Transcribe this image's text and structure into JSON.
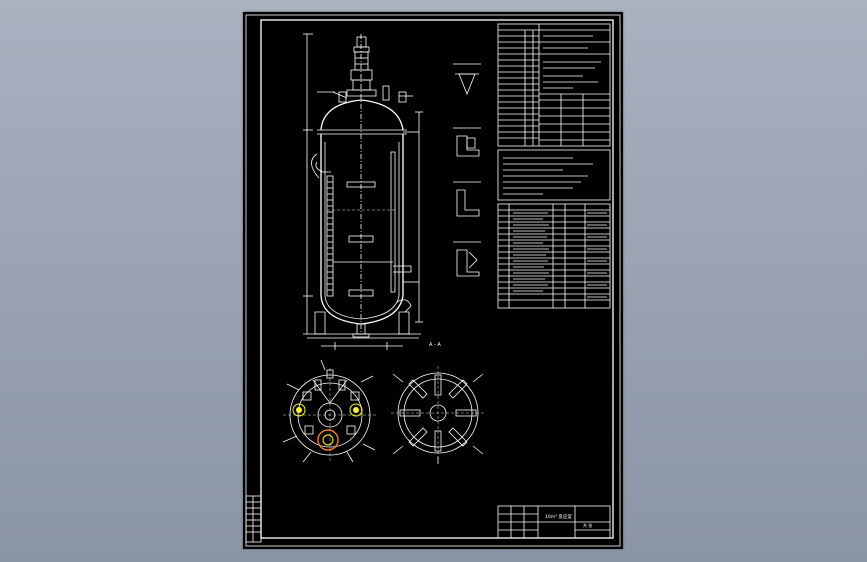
{
  "drawing": {
    "section_label": "A - A",
    "title_block_text": "10m³ 反应釜",
    "sheet_text": "共 张"
  },
  "colors": {
    "background": "#000000",
    "linework": "#ffffff",
    "highlight_yellow": "#ffff00",
    "highlight_orange": "#ff7a1a"
  }
}
